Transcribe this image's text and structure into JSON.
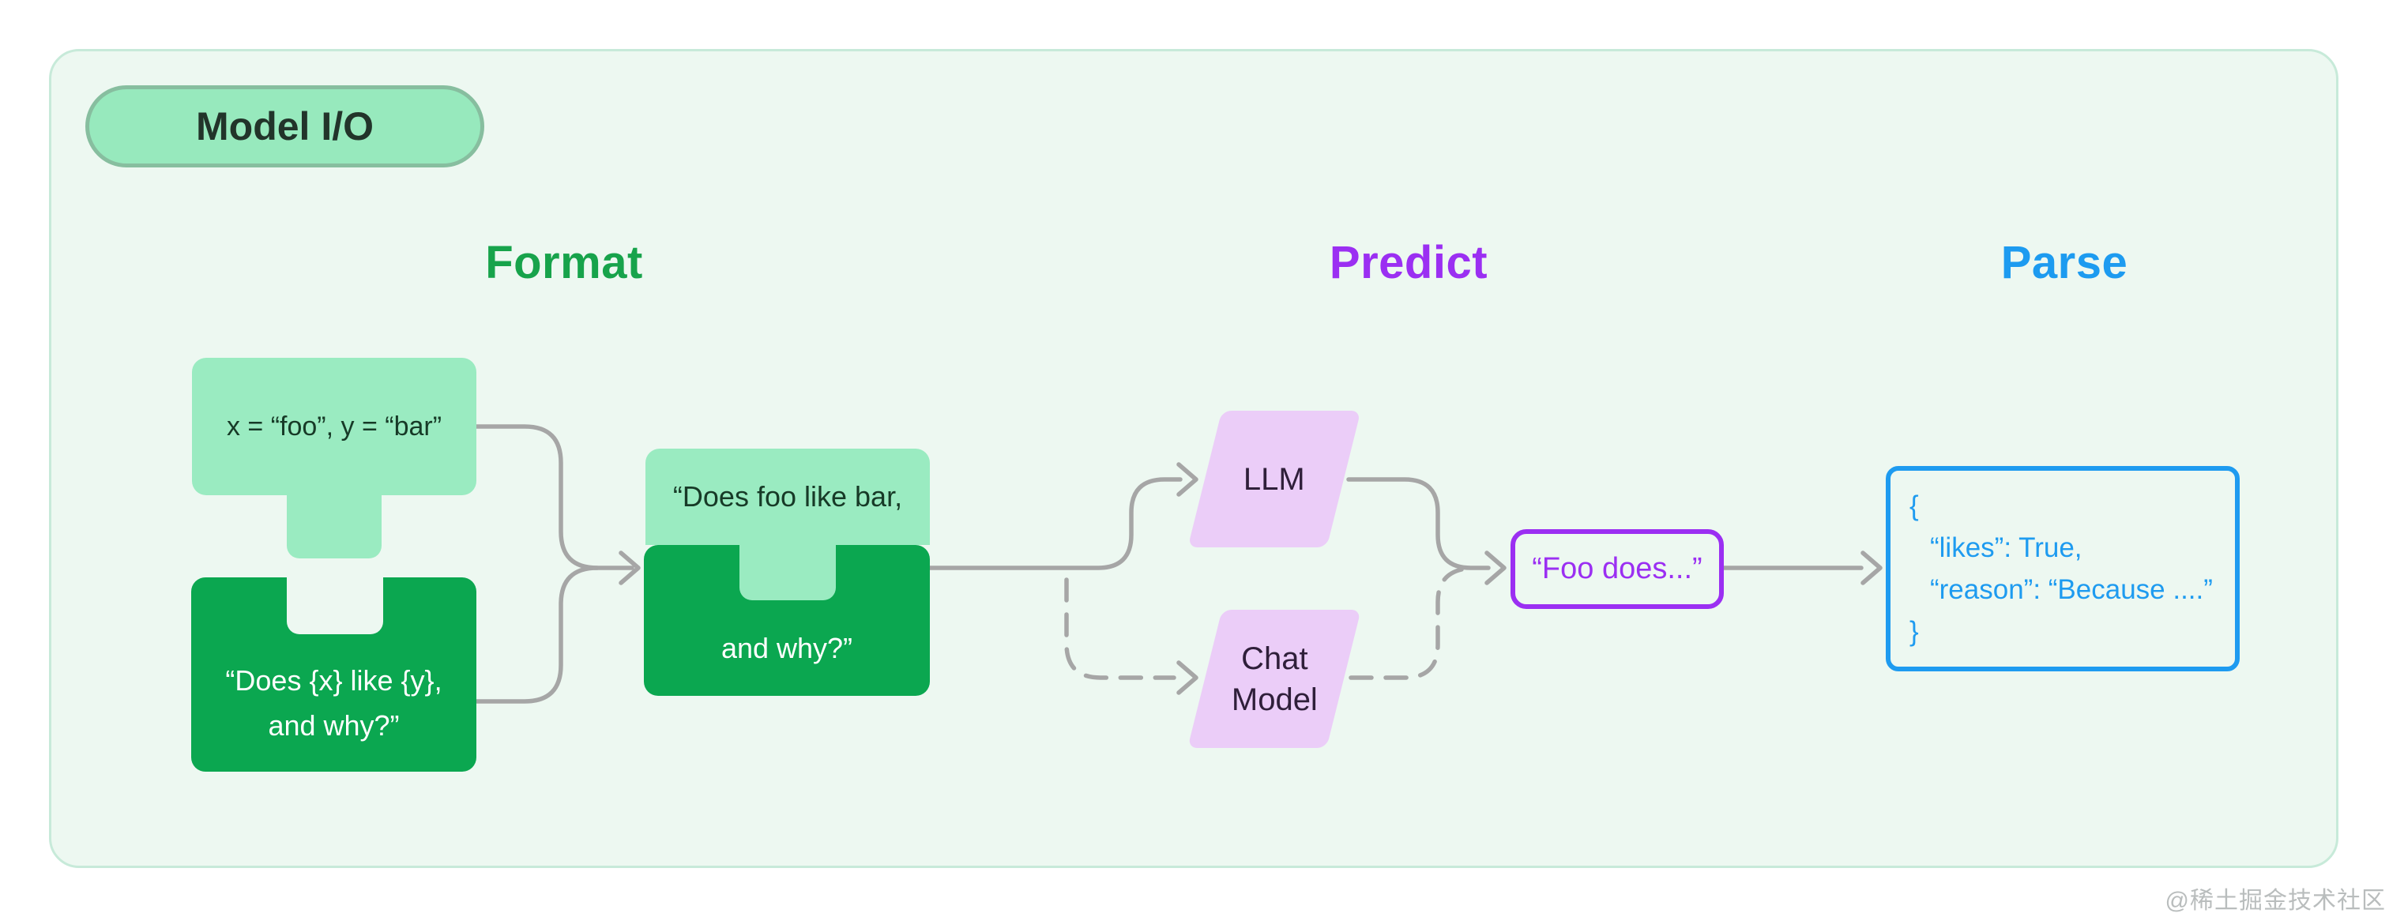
{
  "badge": {
    "label": "Model I/O"
  },
  "columns": [
    {
      "label": "Format",
      "color": "#17A34B"
    },
    {
      "label": "Predict",
      "color": "#9B2FF2"
    },
    {
      "label": "Parse",
      "color": "#1D9BF0"
    }
  ],
  "nodes": {
    "input_values": {
      "text": "x = “foo”, y = “bar”"
    },
    "prompt_template": {
      "line1": "“Does {x} like {y},",
      "line2": "and why?”"
    },
    "formatted_prompt": {
      "line1": "“Does foo like bar,",
      "line2": "and why?”"
    },
    "llm": {
      "label": "LLM"
    },
    "chat_model": {
      "line1": "Chat",
      "line2": "Model"
    },
    "model_output": {
      "text": "“Foo does...”"
    },
    "parsed_output": {
      "lines": [
        "{",
        "“likes”: True,",
        "“reason”: “Because ....”",
        "}"
      ]
    }
  },
  "watermark": {
    "text": "@稀土掘金技术社区"
  },
  "colors": {
    "panel_bg": "#EDF8F1",
    "panel_border": "#C7EAD9",
    "badge_bg": "#97E9BD",
    "badge_border": "#87BE9F",
    "light_green": "#9AEBC1",
    "dark_green": "#0BA750",
    "lavender": "#EBCDF8",
    "purple": "#9B2FF2",
    "blue": "#1E9BF0",
    "green": "#17A34B",
    "connector_gray": "#A6A6A6"
  }
}
